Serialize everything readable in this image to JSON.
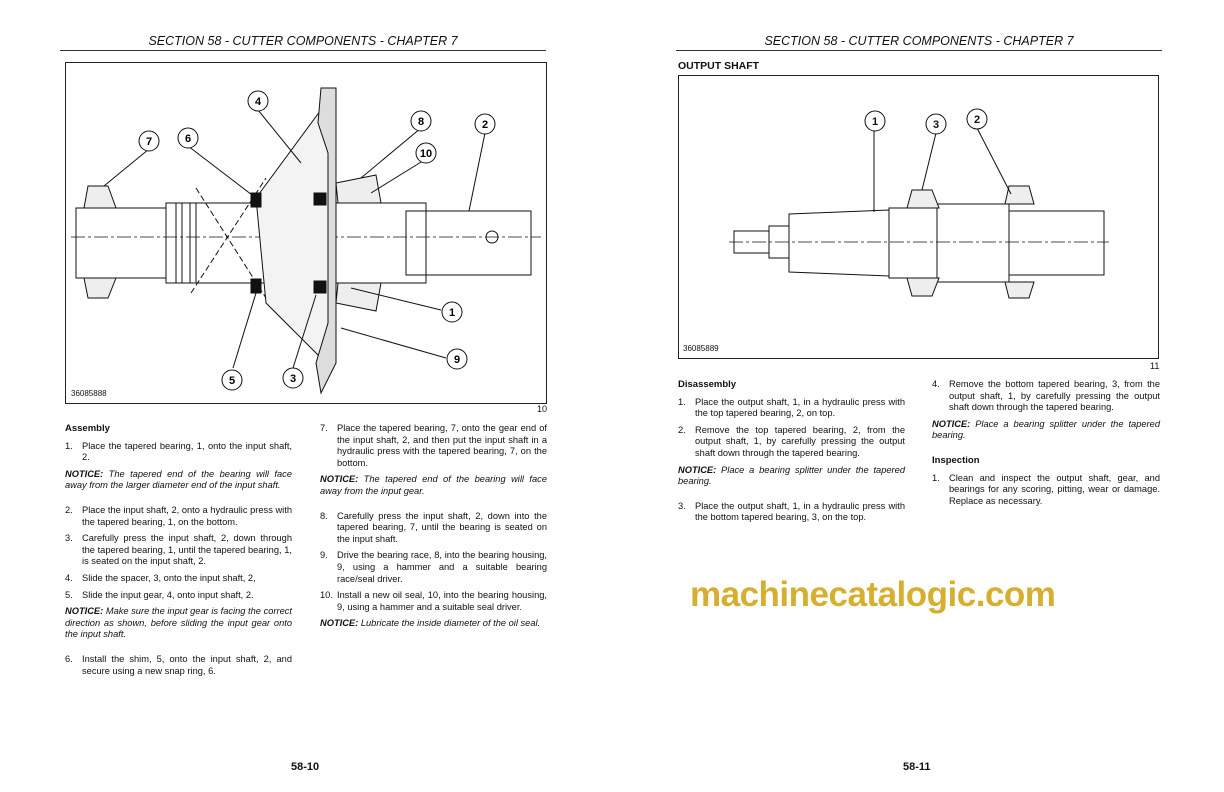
{
  "left_page": {
    "header": "SECTION 58 - CUTTER COMPONENTS - CHAPTER 7",
    "figure": {
      "id": "36085888",
      "number": "10",
      "callouts": [
        "4",
        "7",
        "6",
        "8",
        "2",
        "10",
        "1",
        "9",
        "5",
        "3"
      ]
    },
    "heading": "Assembly",
    "col1": [
      {
        "n": "1.",
        "t": "Place the tapered bearing, 1, onto the input shaft, 2."
      },
      {
        "notice": "NOTICE:",
        "t": "The tapered end of the bearing will face away from the larger diameter end of the input shaft."
      },
      {
        "n": "2.",
        "t": "Place the input shaft, 2, onto a hydraulic press with the tapered bearing, 1, on the bottom."
      },
      {
        "n": "3.",
        "t": "Carefully press the input shaft, 2, down through the tapered bearing, 1, until the tapered bearing, 1, is seated on the input shaft, 2."
      },
      {
        "n": "4.",
        "t": "Slide the spacer, 3, onto the input shaft, 2,"
      },
      {
        "n": "5.",
        "t": "Slide the input gear, 4, onto input shaft, 2."
      },
      {
        "notice": "NOTICE:",
        "t": "Make sure the input gear is facing the correct direction as shown, before sliding the input gear onto the input shaft."
      },
      {
        "n": "6.",
        "t": "Install the shim, 5, onto the input shaft, 2, and secure using a new snap ring, 6."
      }
    ],
    "col2": [
      {
        "n": "7.",
        "t": "Place the tapered bearing, 7, onto the gear end of the input shaft, 2, and then put the input shaft in a hydraulic press with the tapered bearing, 7, on the bottom."
      },
      {
        "notice": "NOTICE:",
        "t": "The tapered end of the bearing will face away from the input gear."
      },
      {
        "n": "8.",
        "t": "Carefully press the input shaft, 2, down into the tapered bearing, 7, until the bearing is seated on the input shaft."
      },
      {
        "n": "9.",
        "t": "Drive the bearing race, 8, into the bearing housing, 9, using a hammer and a suitable bearing race/seal driver."
      },
      {
        "n": "10.",
        "t": "Install a new oil seal, 10, into the bearing housing, 9, using a hammer and a suitable seal driver."
      },
      {
        "notice": "NOTICE:",
        "t": "Lubricate the inside diameter of the oil seal."
      }
    ],
    "page_number": "58-10"
  },
  "right_page": {
    "header": "SECTION 58 - CUTTER COMPONENTS - CHAPTER 7",
    "section_title": "OUTPUT SHAFT",
    "figure": {
      "id": "36085889",
      "number": "11",
      "callouts": [
        "1",
        "3",
        "2"
      ]
    },
    "heading": "Disassembly",
    "col1": [
      {
        "n": "1.",
        "t": "Place the output shaft, 1, in a hydraulic press with the top tapered bearing, 2, on top."
      },
      {
        "n": "2.",
        "t": "Remove the top tapered bearing, 2, from the output shaft, 1, by carefully pressing the output shaft down through the tapered bearing."
      },
      {
        "notice": "NOTICE:",
        "t": "Place a bearing splitter under the tapered bearing."
      },
      {
        "n": "3.",
        "t": "Place the output shaft, 1, in a hydraulic press with the bottom tapered bearing, 3, on the top."
      }
    ],
    "col2": [
      {
        "n": "4.",
        "t": "Remove the bottom tapered bearing, 3, from the output shaft, 1, by carefully pressing the output shaft down through the tapered bearing."
      },
      {
        "notice": "NOTICE:",
        "t": "Place a bearing splitter under the tapered bearing."
      }
    ],
    "heading2": "Inspection",
    "col2b": [
      {
        "n": "1.",
        "t": "Clean and inspect the output shaft, gear, and bearings for any scoring, pitting, wear or damage. Replace as necessary."
      }
    ],
    "page_number": "58-11"
  },
  "watermark": "machinecatalogic.com"
}
